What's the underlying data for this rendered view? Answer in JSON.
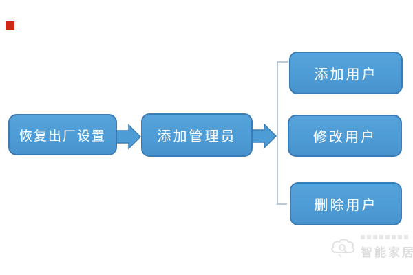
{
  "diagram": {
    "type": "flowchart",
    "nodes": [
      {
        "id": "restore-factory",
        "label": "恢复出厂设置"
      },
      {
        "id": "add-admin",
        "label": "添加管理员"
      },
      {
        "id": "add-user",
        "label": "添加用户"
      },
      {
        "id": "modify-user",
        "label": "修改用户"
      },
      {
        "id": "delete-user",
        "label": "删除用户"
      }
    ],
    "edges": [
      {
        "from": "restore-factory",
        "to": "add-admin",
        "connector": "block-arrow"
      },
      {
        "from": "add-admin",
        "to": "add-user",
        "connector": "block-arrow-bracket"
      },
      {
        "from": "add-admin",
        "to": "modify-user",
        "connector": "block-arrow-bracket"
      },
      {
        "from": "add-admin",
        "to": "delete-user",
        "connector": "block-arrow-bracket"
      }
    ],
    "colors": {
      "node_fill": "#4E9CD6",
      "node_border": "#3C7CB5",
      "node_text": "#FFFFFF",
      "connector_line": "#A4BBCE",
      "red_marker": "#CE2718"
    }
  },
  "watermark": {
    "brand_text": "智能家居",
    "icon": "cloud-logo-icon",
    "color": "#DCDCDC"
  }
}
